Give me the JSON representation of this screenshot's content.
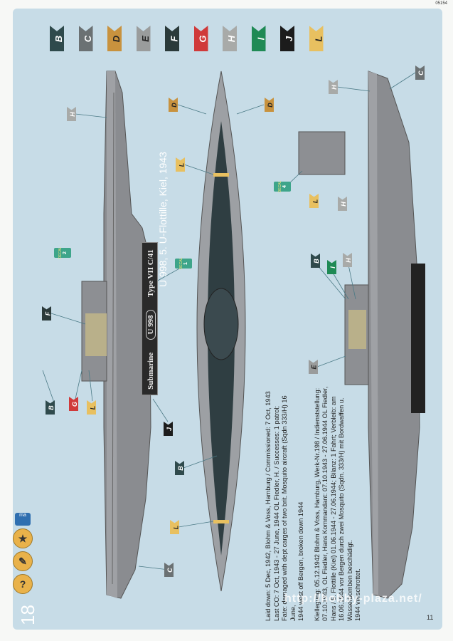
{
  "code": "05154",
  "title": "U 998, 5. U-Flottille, Kiel, 1943",
  "nameplate": {
    "line1": "Submarine",
    "number": "U 998",
    "line2": "Type VII C/41"
  },
  "legend": [
    {
      "letter": "B",
      "color": "#2f4a4c"
    },
    {
      "letter": "C",
      "color": "#6b7173"
    },
    {
      "letter": "D",
      "color": "#c8923e"
    },
    {
      "letter": "E",
      "color": "#9a9c9c"
    },
    {
      "letter": "F",
      "color": "#2b3a3a"
    },
    {
      "letter": "G",
      "color": "#d03a3a"
    },
    {
      "letter": "H",
      "color": "#a8aaa8"
    },
    {
      "letter": "I",
      "color": "#1f8a55"
    },
    {
      "letter": "J",
      "color": "#1c1c1c"
    },
    {
      "letter": "L",
      "color": "#e8c060"
    }
  ],
  "decal_label": "DECAL",
  "decals": [
    "2",
    "1",
    "4"
  ],
  "text_en": [
    "Laid down: 5 Dec, 1942, Blohm & Voss, Hamburg / Commissioned: 7 Oct, 1943",
    "Last CO: 7 Oct, 1943 - 27 June, 1944 OL Fiedler, H. / Successes: 1 patrol;",
    "Fate: damaged with dept carges of two brit. Mosquito aircraft (Sqdn 333/H) 16 June,",
    "1944 west off Bergen, broken down 1944"
  ],
  "text_de": [
    "Kiellegung: 05.12.1942 Blohm & Voss, Hamburg, Werk-Nr.198 / Indienststellung:",
    "07.10.1943, OL Fiedler, Hans  Kommandant: 07.10.1943 - 27.06.1944 OL Fiedler,",
    "Hans / 5. Flottille (Kiel) 01.06.1944 - 27.06.1944; Bilanz: 1 Fahrt; Verbleib: am",
    "16.06.1944 vor Bergen durch zwei Mosquito (Sqdn. 333/H) mit Bordwaffen u.",
    "Wasserbomben beschädigt.",
    "1944 verschrottet."
  ],
  "page_left": "18",
  "page_right": "11",
  "watermark": "http://hobby-plaza.net/",
  "icons": [
    "paint-pot-icon",
    "decal-icon",
    "brush-icon",
    "question-icon"
  ],
  "paint_label": "ma"
}
